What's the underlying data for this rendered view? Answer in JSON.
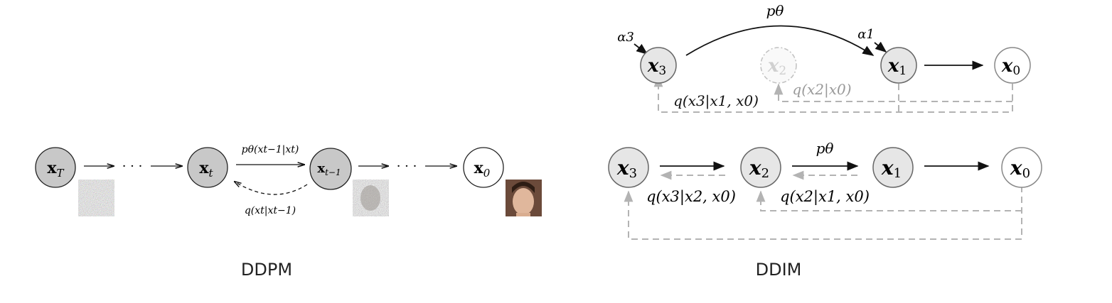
{
  "ddpm": {
    "caption": "DDPM",
    "node_xT": {
      "base": "x",
      "sub": "T"
    },
    "node_xt": {
      "base": "x",
      "sub": "t"
    },
    "node_xt1": {
      "base": "x",
      "sub": "t−1"
    },
    "node_x0": {
      "base": "x",
      "sub": "0"
    },
    "ellipsis": "· · ·",
    "forward_label": "pθ(xt−1|xt)",
    "backward_label": "q(xt|xt−1)"
  },
  "ddim": {
    "caption": "DDIM",
    "top": {
      "x3": {
        "base": "x",
        "sub": "3"
      },
      "x2": {
        "base": "x",
        "sub": "2"
      },
      "x1": {
        "base": "x",
        "sub": "1"
      },
      "x0": {
        "base": "x",
        "sub": "0"
      },
      "p_theta": "pθ",
      "alpha3": "α3",
      "alpha1": "α1",
      "q31": "q(x3|x1, x0)",
      "q20": "q(x2|x0)"
    },
    "bottom": {
      "x3": {
        "base": "x",
        "sub": "3"
      },
      "x2": {
        "base": "x",
        "sub": "2"
      },
      "x1": {
        "base": "x",
        "sub": "1"
      },
      "x0": {
        "base": "x",
        "sub": "0"
      },
      "p_theta": "pθ",
      "q32": "q(x3|x2, x0)",
      "q21": "q(x2|x1, x0)"
    }
  },
  "colors": {
    "node_gray": "#c8c8c8",
    "node_light": "#e6e6e6",
    "dashed": "#b3b3b3",
    "ink": "#111111"
  }
}
